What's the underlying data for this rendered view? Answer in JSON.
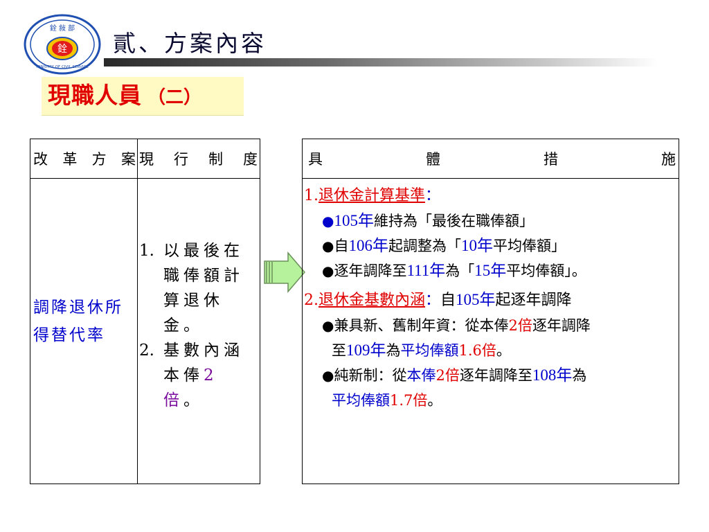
{
  "logo": {
    "top_text": "銓 敍 部",
    "seal_char": "銓",
    "ring_text": "MINISTRY OF CIVIL SERVICE"
  },
  "header": {
    "title": "貳、方案內容"
  },
  "subtitle": {
    "main": "現職人員",
    "sub": "（二）"
  },
  "left_table": {
    "headers": [
      [
        "改",
        "革",
        "方",
        "案"
      ],
      [
        "現",
        "行",
        "制",
        "度"
      ]
    ],
    "reform_plan": "調降退休所得替代率",
    "current_system": [
      {
        "num": "1.",
        "text": "以最後在職俸額計算退休金。"
      },
      {
        "num": "2.",
        "text_before": "基數內涵本俸",
        "highlight": "2 倍",
        "text_after": "。"
      }
    ]
  },
  "right_table": {
    "header": [
      "具",
      "體",
      "措",
      "施"
    ],
    "s1": {
      "num": "1.",
      "title": "退休金計算基準",
      "colon": "："
    },
    "b1": {
      "bullet": "●",
      "year": "105年",
      "text": "維持為「最後在職俸額」"
    },
    "b2": {
      "bullet": "●",
      "t1": "自",
      "year": "106年",
      "t2": "起調整為「",
      "y2": "10年",
      "t3": "平均俸額」"
    },
    "b3": {
      "bullet": "●",
      "t1": "逐年調降至",
      "year": "111年",
      "t2": "為「",
      "y2": "15年",
      "t3": "平均俸額」。"
    },
    "s2": {
      "num": "2.",
      "title": "退休金基數內涵",
      "colon": "：",
      "t1": "自",
      "year": "105年",
      "t2": "起逐年調降"
    },
    "b4": {
      "bullet": "●",
      "t1": "兼具新、舊制年資：從本俸",
      "x1": "2倍",
      "t2": "逐年調降",
      "t3": "至",
      "year": "109年",
      "t4": "為",
      "blue1": "平均俸額",
      "x2": "1.6倍",
      "t5": "。"
    },
    "b5": {
      "bullet": "●",
      "t1": "純新制：從",
      "blue1": "本俸",
      "x1": "2倍",
      "t2": "逐年調降至",
      "year": "108年",
      "t3": "為",
      "blue2": "平均俸額",
      "x2": "1.7倍",
      "t4": "。"
    }
  },
  "colors": {
    "red": "#e00000",
    "blue": "#0000cc",
    "purple": "#7a0a9c",
    "highlight_bg": "#fff9c4",
    "arrow": "#b6f29c"
  }
}
